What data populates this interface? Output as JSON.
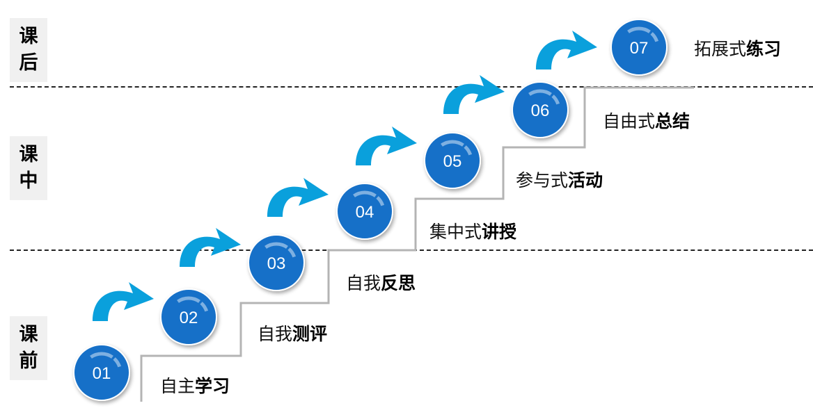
{
  "phases": [
    {
      "id": "after",
      "chars": [
        "课",
        "后"
      ]
    },
    {
      "id": "during",
      "chars": [
        "课",
        "中"
      ]
    },
    {
      "id": "before",
      "chars": [
        "课",
        "前"
      ]
    }
  ],
  "steps": [
    {
      "number": "01",
      "prefix": "自主",
      "emphasis": "学习"
    },
    {
      "number": "02",
      "prefix": "自我",
      "emphasis": "测评"
    },
    {
      "number": "03",
      "prefix": "自我",
      "emphasis": "反思"
    },
    {
      "number": "04",
      "prefix": "集中式",
      "emphasis": "讲授"
    },
    {
      "number": "05",
      "prefix": "参与式",
      "emphasis": "活动"
    },
    {
      "number": "06",
      "prefix": "自由式",
      "emphasis": "总结"
    },
    {
      "number": "07",
      "prefix": "拓展式",
      "emphasis": "练习"
    }
  ],
  "colors": {
    "circle": "#1470c8",
    "arrow": "#0aa0dc",
    "step_line": "#b4b4b4",
    "divider": "#222222",
    "phase_bg": "#f0f0f0"
  }
}
